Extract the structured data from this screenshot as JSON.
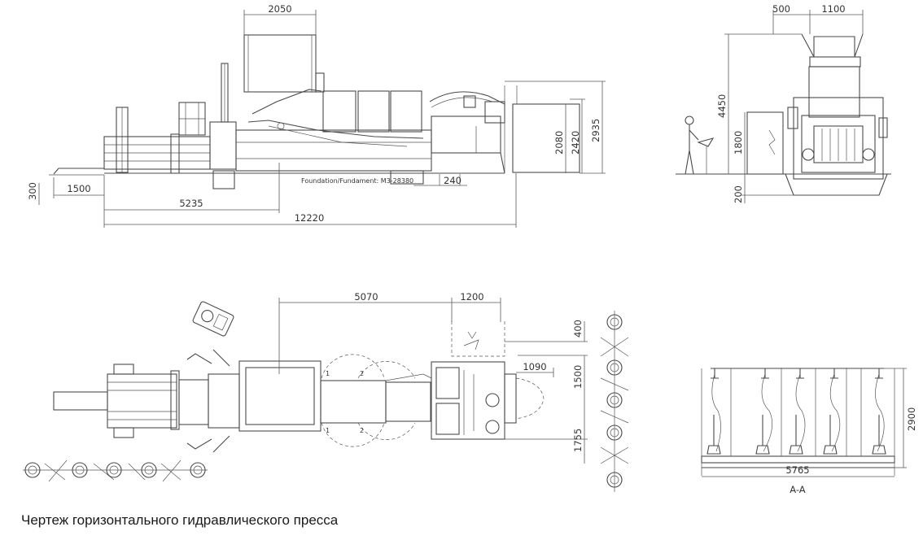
{
  "caption": "Чертеж горизонтального гидравлического пресса",
  "side_view": {
    "foundation_note": "Foundation/Fundament: M3-28380",
    "dims": {
      "hopper_width": "2050",
      "height_300": "300",
      "len_1500": "1500",
      "len_5235": "5235",
      "total_length": "12220",
      "gap_240": "240",
      "h_2080": "2080",
      "h_2420": "2420",
      "h_2935": "2935"
    }
  },
  "end_view": {
    "dims": {
      "w_500": "500",
      "w_1100": "1100",
      "total_height": "4450",
      "h_1800": "1800",
      "h_200": "200"
    }
  },
  "plan_view": {
    "dims": {
      "len_5070": "5070",
      "w_1200": "1200",
      "h_400": "400",
      "w_1090": "1090",
      "w_1500": "1500",
      "w_1755": "1755"
    },
    "marker_1": "1",
    "marker_2": "2"
  },
  "section_view": {
    "label": "A-A",
    "width": "5765",
    "height": "2900"
  }
}
